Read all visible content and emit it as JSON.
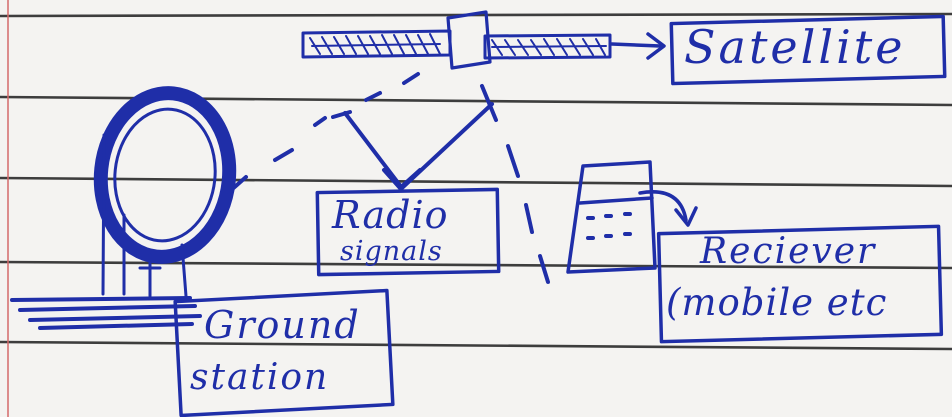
{
  "diagram": {
    "nodes": {
      "satellite": "Satellite",
      "radio_line1": "Radio",
      "radio_line2": "signals",
      "receiver_line1": "Reciever",
      "receiver_line2": "(mobile etc",
      "ground_line1": "Ground",
      "ground_line2": "station"
    },
    "ink_color": "#1f2ea8",
    "paper_color": "#f4f3f1",
    "rule_color": "#3d3d3d"
  }
}
